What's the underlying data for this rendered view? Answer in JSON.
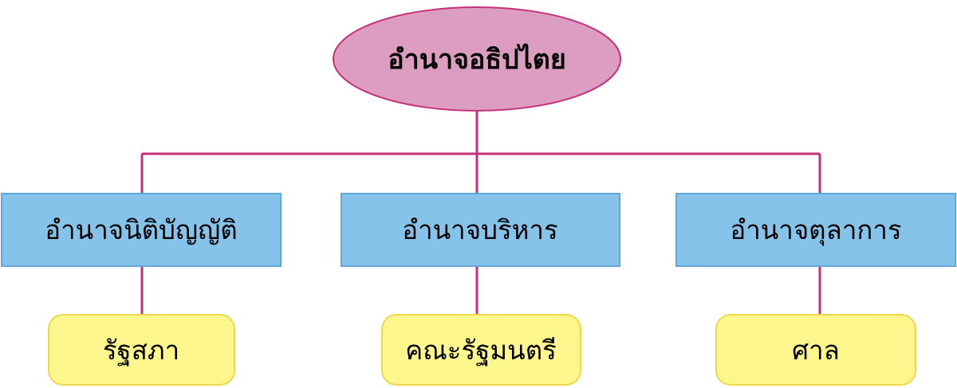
{
  "colors": {
    "connector": "#c5307a",
    "root_fill": "#dc9dc0",
    "root_stroke": "#c5307a",
    "branch_fill": "#86c3ea",
    "branch_stroke": "#5fa8dd",
    "leaf_fill": "#fdf68c",
    "leaf_stroke": "#ecd84a"
  },
  "root": {
    "label": "อำนาจอธิปไตย"
  },
  "branches": [
    {
      "label": "อำนาจนิติบัญญัติ",
      "child": {
        "label": "รัฐสภา"
      }
    },
    {
      "label": "อำนาจบริหาร",
      "child": {
        "label": "คณะรัฐมนตรี"
      }
    },
    {
      "label": "อำนาจตุลาการ",
      "child": {
        "label": "ศาล"
      }
    }
  ]
}
